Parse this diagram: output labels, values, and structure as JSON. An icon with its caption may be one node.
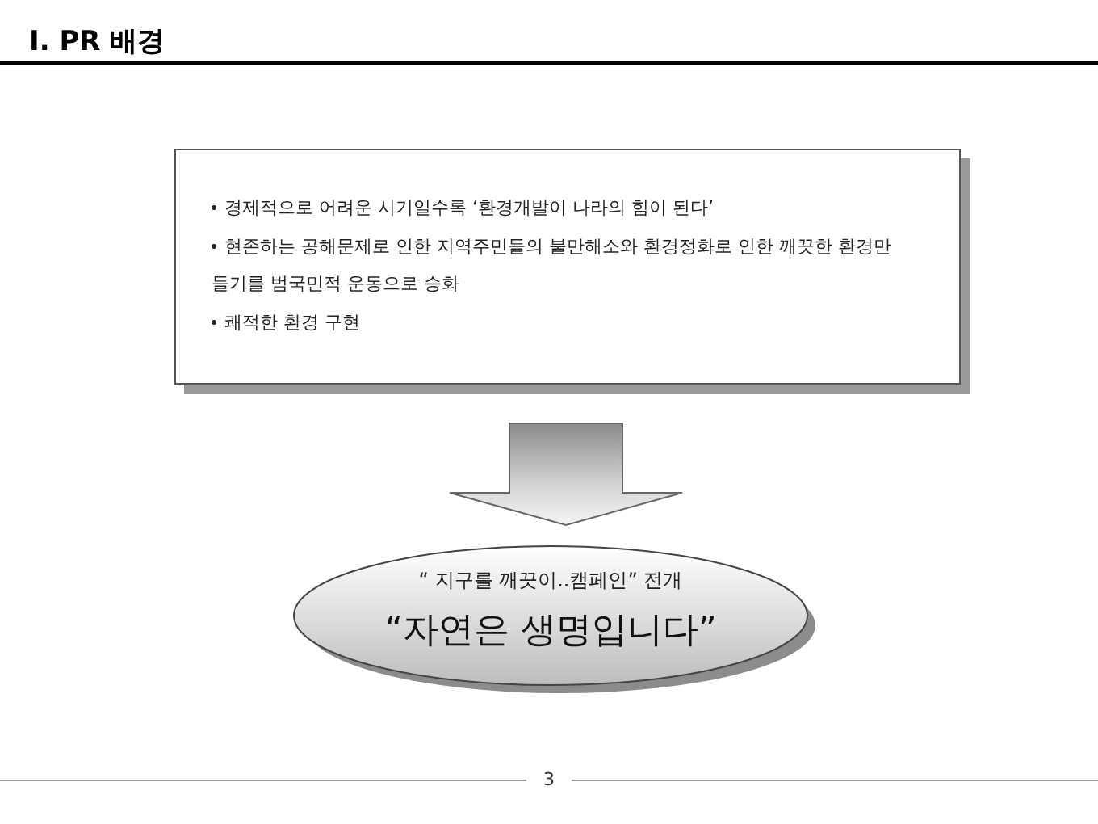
{
  "diagram": {
    "title": "Ⅰ. PR 배경",
    "nodes": [
      {
        "text": [
          "경제적으로 어려운 시기일수록 ‘환경개발이 나라의 힘이 된다’",
          "현존하는 공해문제로 인한 지역주민들의 불만해소와 환경정화로 인한 깨끗한 환경만들기를 범국민적 운동으로 승화",
          "쾌적한 환경 구현"
        ]
      },
      {
        "text": [
          "“ 지구를 깨끗이..캠페인” 전개",
          "“자연은 생명입니다”"
        ]
      }
    ],
    "edges": [
      {
        "from": 0,
        "to": 1,
        "arrow": "to"
      }
    ],
    "labels": [
      "3"
    ]
  }
}
